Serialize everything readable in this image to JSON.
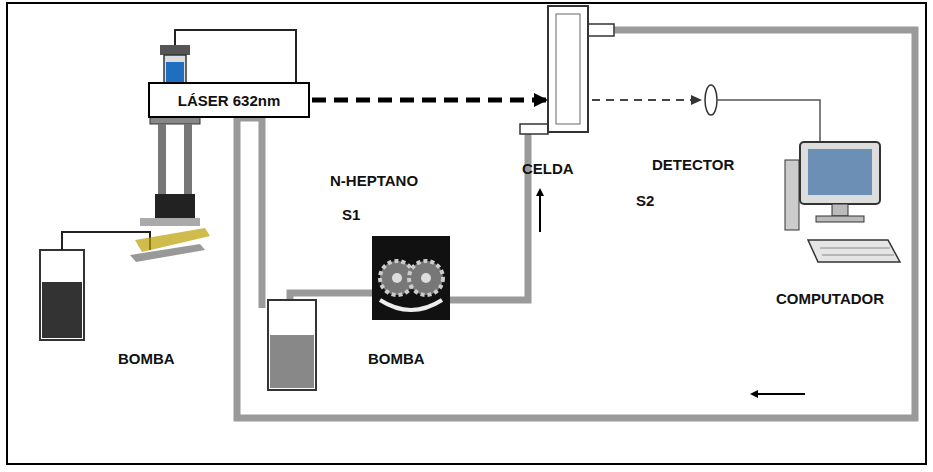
{
  "diagram": {
    "nodes": [
      {
        "text": [
          "LÁSER 632nm"
        ]
      }
    ],
    "labels": [
      "N-HEPTANO",
      "S1",
      "CELDA",
      "DETECTOR",
      "S2",
      "COMPUTADOR",
      "BOMBA",
      "BOMBA"
    ]
  }
}
